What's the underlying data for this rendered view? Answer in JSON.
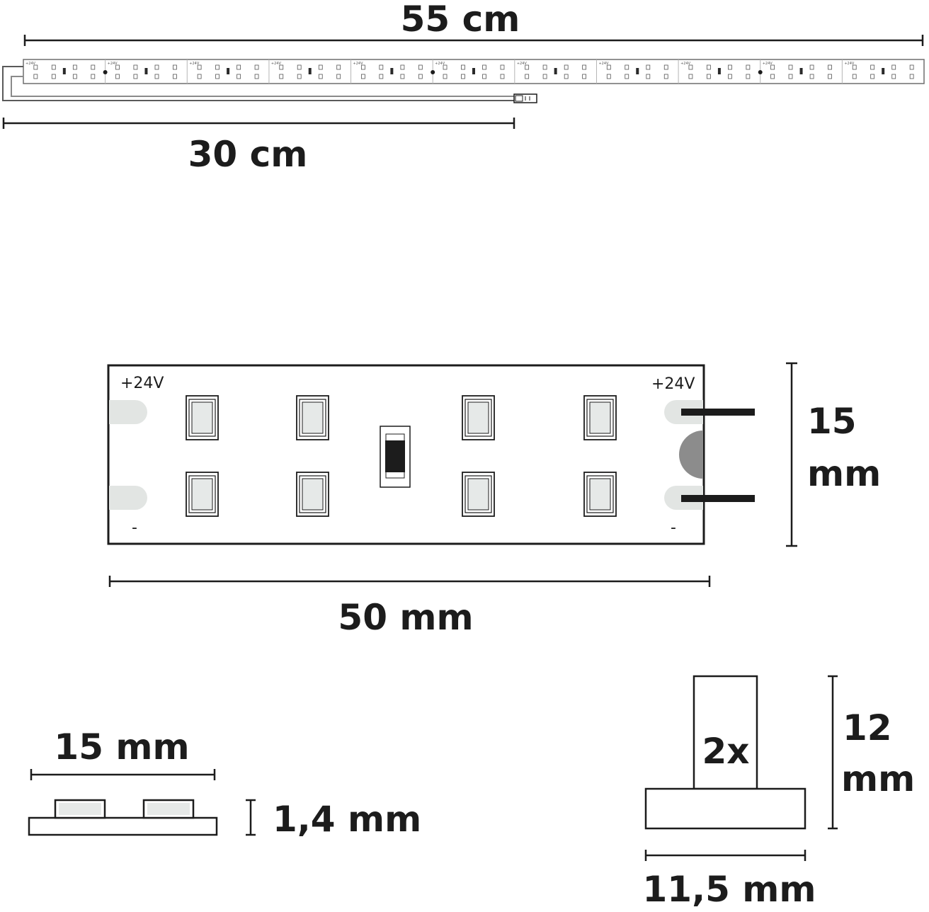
{
  "strip_overview": {
    "total_length_label": "55 cm",
    "cable_length_label": "30 cm",
    "segment_marking": "+24V",
    "segment_count": 11
  },
  "segment_detail": {
    "voltage_left": "+24V",
    "voltage_right": "+24V",
    "minus_left": "-",
    "minus_right": "-",
    "width_label_value": "15",
    "width_label_unit": "mm",
    "length_label": "50 mm"
  },
  "cross_section": {
    "width_label": "15 mm",
    "height_label": "1,4 mm"
  },
  "connector": {
    "pin_count_label": "2x",
    "height_label_value": "12",
    "height_label_unit": "mm",
    "width_label": "11,5 mm"
  },
  "colors": {
    "line": "#1c1c1c",
    "pad": "#e2e5e3",
    "contact": "#8c8c8c",
    "led_face": "#e6e9e8"
  }
}
